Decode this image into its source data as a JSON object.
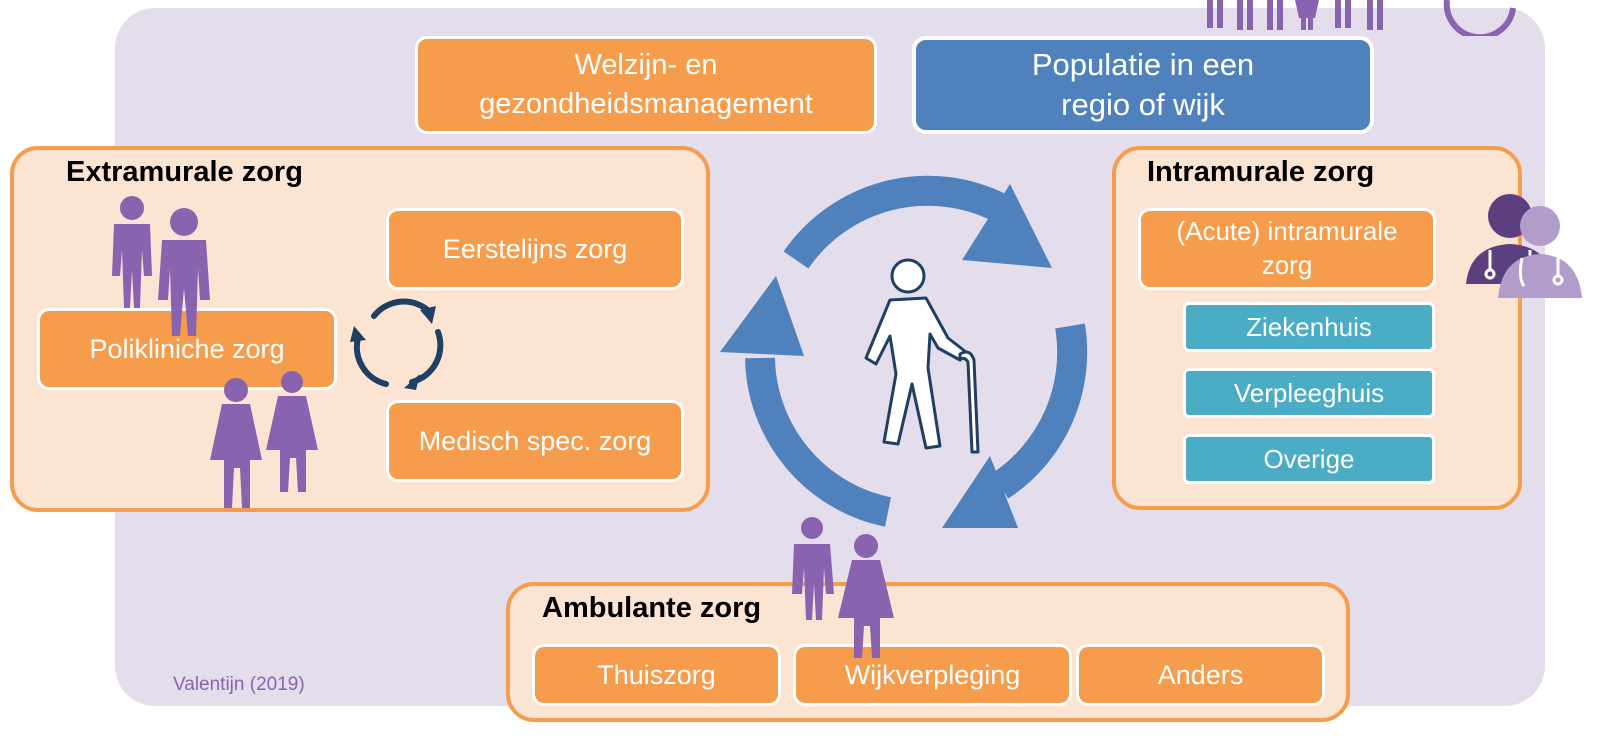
{
  "top": {
    "welzijn_label": "Welzijn- en\ngezondheidsmanagement",
    "populatie_label": "Populatie in een\nregio of wijk"
  },
  "extramural": {
    "title": "Extramurale zorg",
    "eerstelijns": "Eerstelijns zorg",
    "polikliniek": "Polikliniche zorg",
    "medisch": "Medisch spec. zorg"
  },
  "intramural": {
    "title": "Intramurale zorg",
    "acute": "(Acute) intramurale\nzorg",
    "items": [
      "Ziekenhuis",
      "Verpleeghuis",
      "Overige"
    ]
  },
  "ambulant": {
    "title": "Ambulante zorg",
    "items": [
      "Thuiszorg",
      "Wijkverpleging",
      "Anders"
    ]
  },
  "credit": "Valentijn (2019)",
  "colors": {
    "orange": "#f59c4d",
    "blue": "#4f81bd",
    "teal": "#4bacc6",
    "purple": "#8a63b0",
    "dark_navy": "#1f3f63",
    "panel_fill": "#fce4d2",
    "background": "#e4ddeb"
  }
}
